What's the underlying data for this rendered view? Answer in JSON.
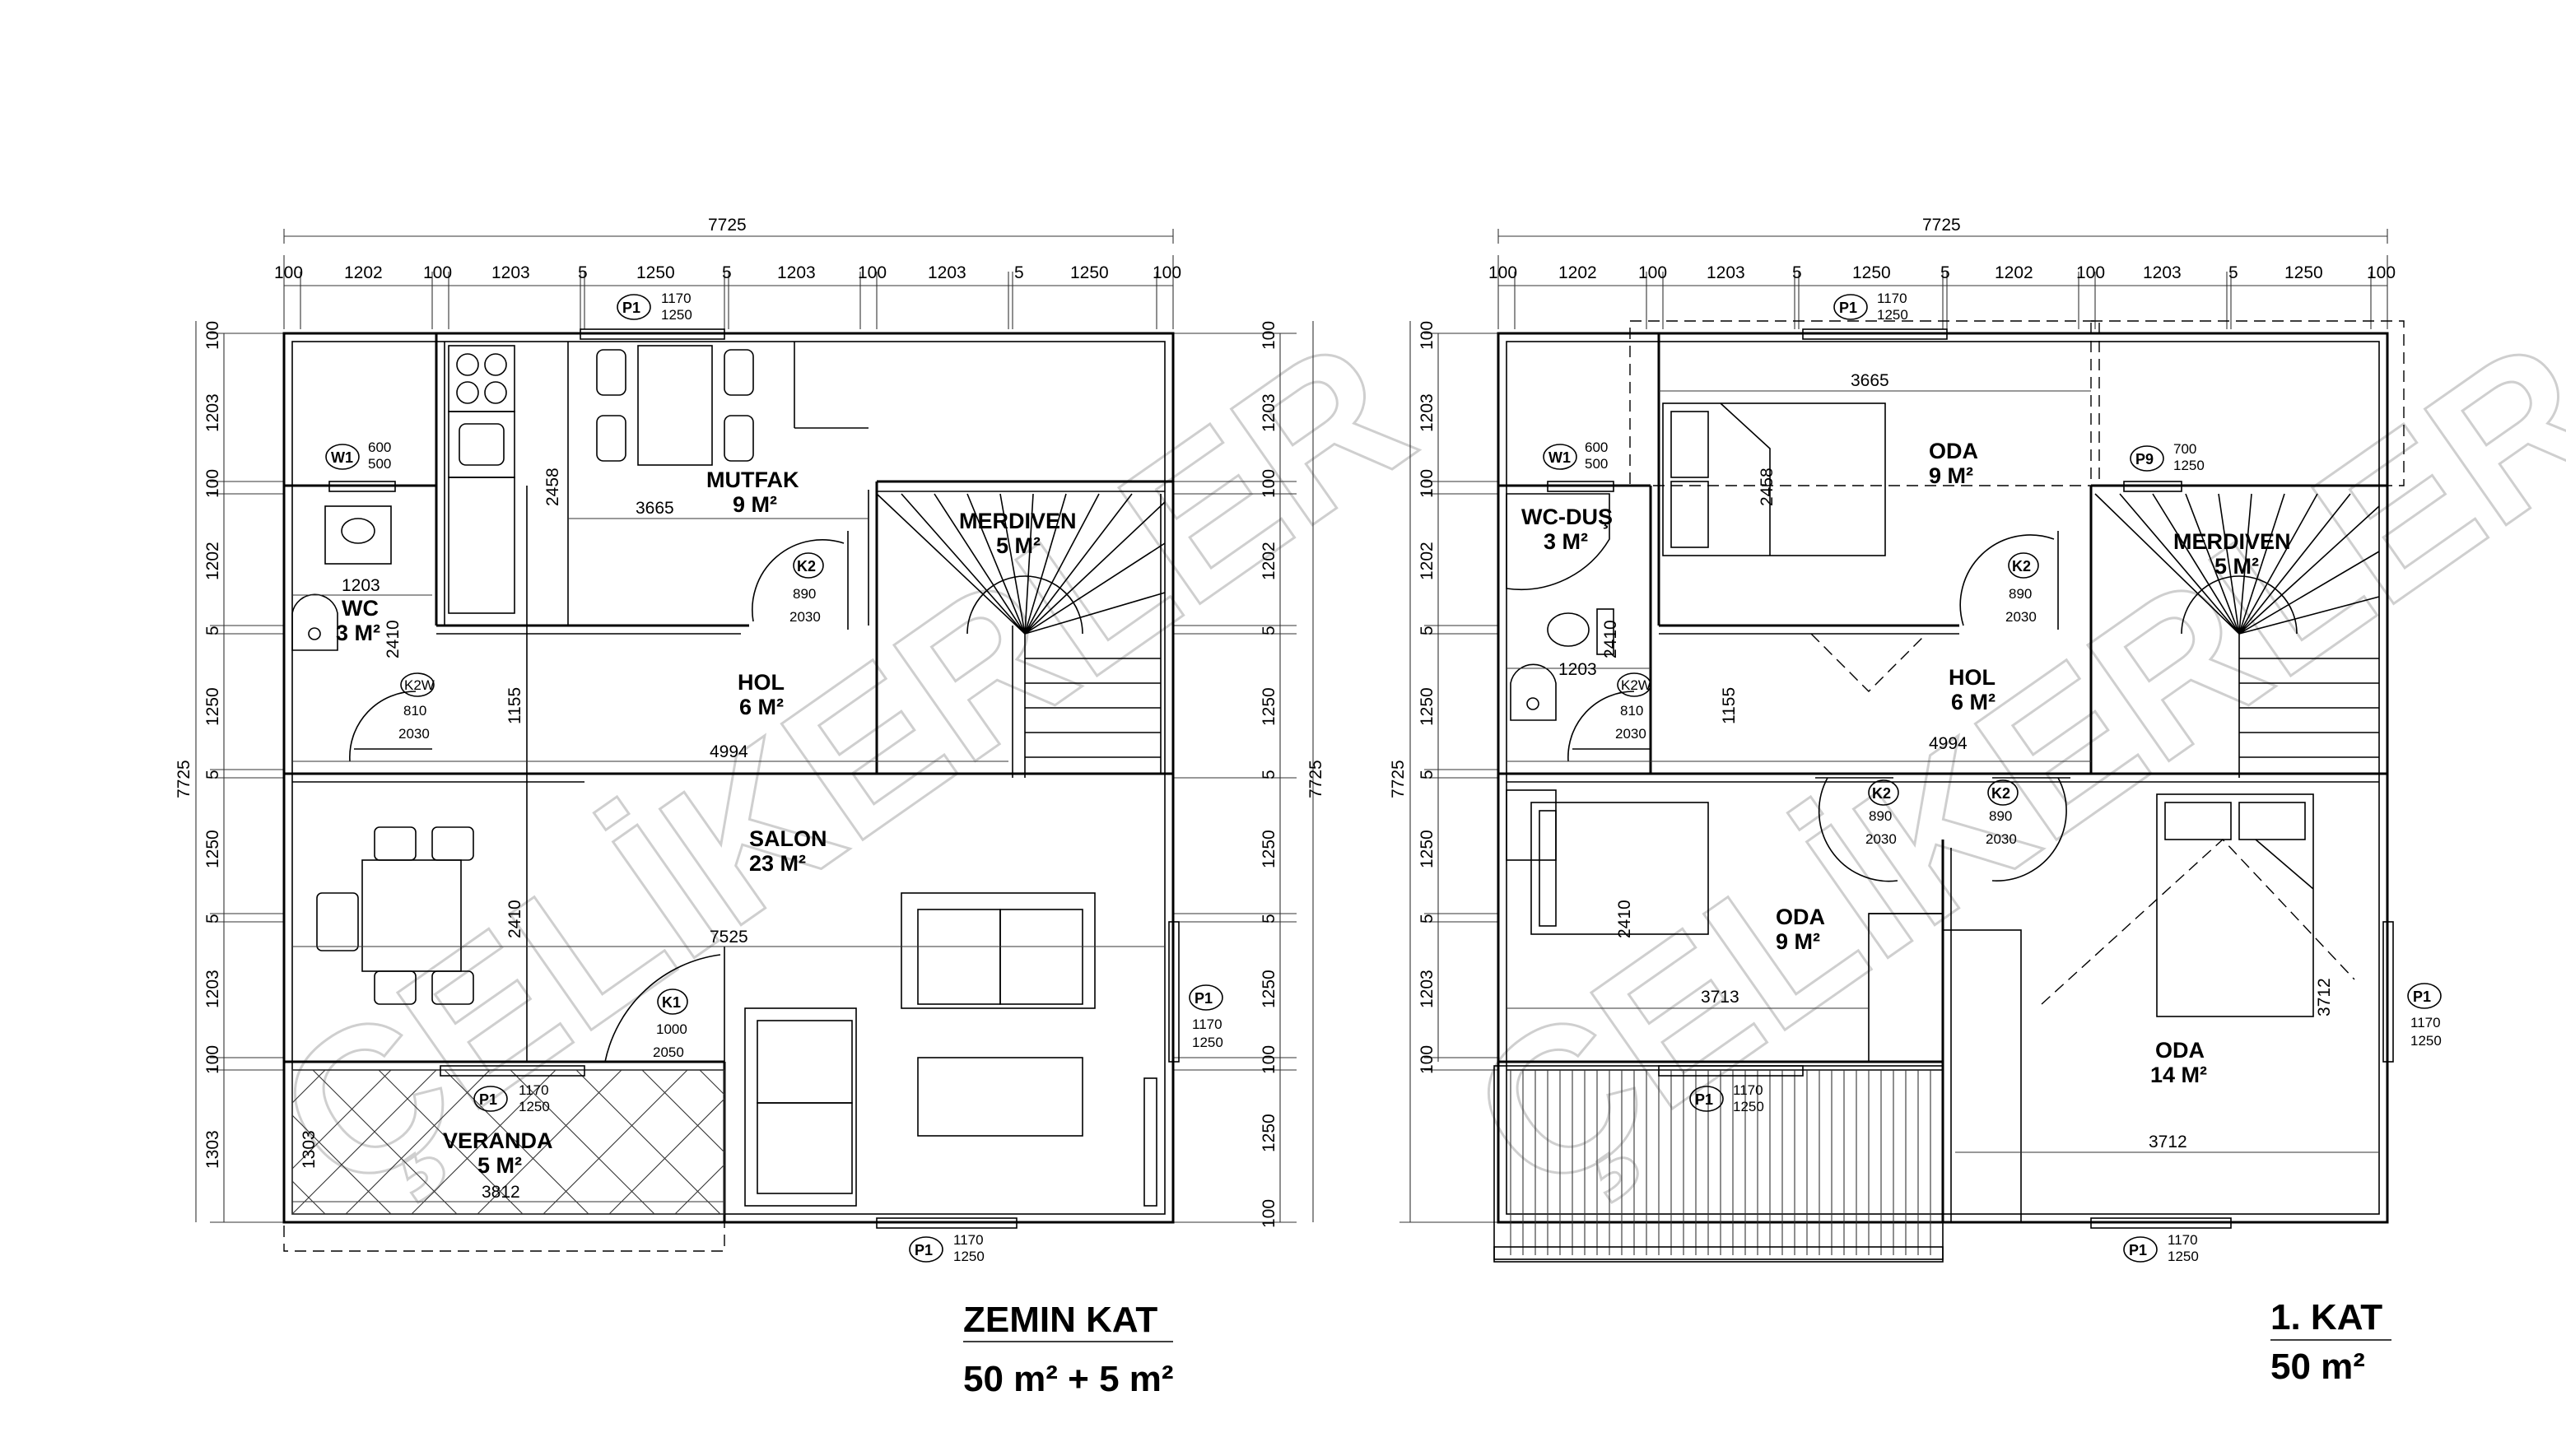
{
  "watermark": "ÇELİKERLER",
  "plans": [
    {
      "id": "zemin",
      "title": "ZEMIN KAT",
      "subtitle": "50 m² + 5 m²",
      "overall_width": "7725",
      "overall_height": "7725",
      "top_dims": [
        "100",
        "1202",
        "100",
        "1203",
        "5",
        "1250",
        "5",
        "1203",
        "100",
        "1203",
        "5",
        "1250",
        "100"
      ],
      "side_dims_left": [
        "100",
        "1203",
        "100",
        "1202",
        "5",
        "1250",
        "5",
        "1250",
        "5",
        "1203",
        "100",
        "1303"
      ],
      "side_dims_right": [
        "100",
        "1203",
        "100",
        "1202",
        "5",
        "1250",
        "5",
        "1250",
        "5",
        "1250",
        "100",
        "1250",
        "100"
      ],
      "rooms": [
        {
          "name": "MUTFAK",
          "area": "9 M²"
        },
        {
          "name": "MERDIVEN",
          "area": "5 M²"
        },
        {
          "name": "WC",
          "area": "3 M²"
        },
        {
          "name": "HOL",
          "area": "6 M²"
        },
        {
          "name": "SALON",
          "area": "23 M²"
        },
        {
          "name": "VERANDA",
          "area": "5 M²"
        }
      ],
      "inner_dims": [
        "3665",
        "2458",
        "1203",
        "2410",
        "1155",
        "4994",
        "2410",
        "7525",
        "3812",
        "1303"
      ],
      "openings": [
        {
          "mark": "P1",
          "w": "1170",
          "h": "1250"
        },
        {
          "mark": "W1",
          "w": "600",
          "h": "500"
        },
        {
          "mark": "K2",
          "w": "890",
          "h": "2030"
        },
        {
          "mark": "K2W",
          "w": "810",
          "h": "2030"
        },
        {
          "mark": "K1",
          "w": "1000",
          "h": "2050"
        },
        {
          "mark": "P1",
          "w": "1170",
          "h": "1250"
        },
        {
          "mark": "P1",
          "w": "1170",
          "h": "1250"
        },
        {
          "mark": "P1",
          "w": "1170",
          "h": "1250"
        }
      ]
    },
    {
      "id": "kat1",
      "title": "1. KAT",
      "subtitle": "50 m²",
      "overall_width": "7725",
      "overall_height": "7725",
      "top_dims": [
        "100",
        "1202",
        "100",
        "1203",
        "5",
        "1250",
        "5",
        "1202",
        "100",
        "1203",
        "5",
        "1250",
        "100"
      ],
      "side_dims_left": [
        "100",
        "1203",
        "100",
        "1202",
        "5",
        "1250",
        "5",
        "1250",
        "5",
        "1203",
        "100"
      ],
      "rooms": [
        {
          "name": "ODA",
          "area": "9 M²"
        },
        {
          "name": "WC-DUŞ",
          "area": "3 M²"
        },
        {
          "name": "MERDIVEN",
          "area": "5 M²"
        },
        {
          "name": "HOL",
          "area": "6 M²"
        },
        {
          "name": "ODA",
          "area": "9 M²"
        },
        {
          "name": "ODA",
          "area": "14 M²"
        }
      ],
      "inner_dims": [
        "3665",
        "2458",
        "2410",
        "1203",
        "1155",
        "4994",
        "2410",
        "3713",
        "3712",
        "3712"
      ],
      "openings": [
        {
          "mark": "P1",
          "w": "1170",
          "h": "1250"
        },
        {
          "mark": "W1",
          "w": "600",
          "h": "500"
        },
        {
          "mark": "P9",
          "w": "700",
          "h": "1250"
        },
        {
          "mark": "K2",
          "w": "890",
          "h": "2030"
        },
        {
          "mark": "K2W",
          "w": "810",
          "h": "2030"
        },
        {
          "mark": "K2",
          "w": "890",
          "h": "2030"
        },
        {
          "mark": "K2",
          "w": "890",
          "h": "2030"
        },
        {
          "mark": "P1",
          "w": "1170",
          "h": "1250"
        },
        {
          "mark": "P1",
          "w": "1170",
          "h": "1250"
        },
        {
          "mark": "P1",
          "w": "1170",
          "h": "1250"
        }
      ]
    }
  ]
}
